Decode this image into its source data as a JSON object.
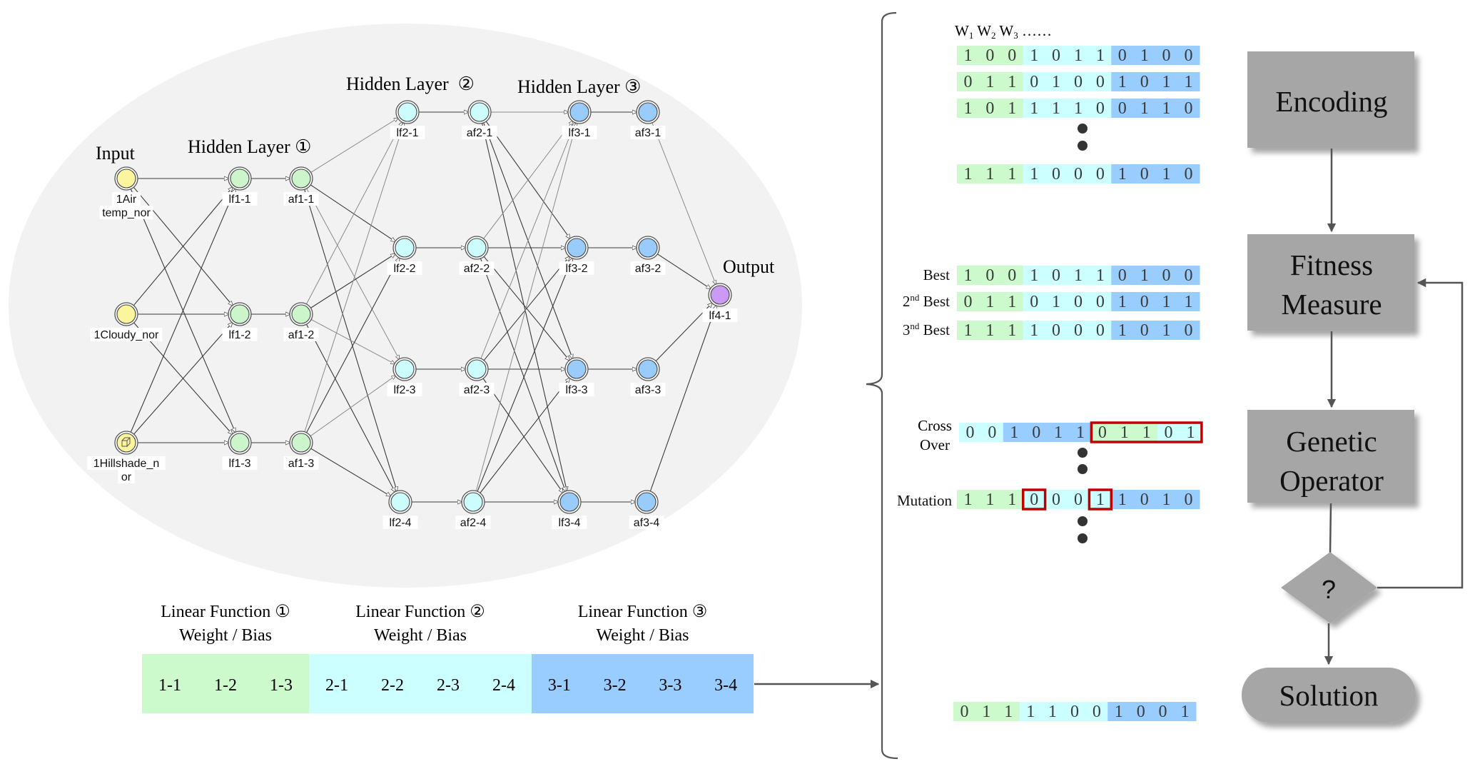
{
  "colors": {
    "ellipse": "#f2f2f2",
    "input_node": "#fbf59e",
    "layer1_node": "#ccf5cc",
    "layer2_node": "#ccfcfc",
    "layer3_node": "#99ccfb",
    "output_node": "#cc99f7",
    "segment_green": "#ccfacc",
    "segment_cyan": "#ccffff",
    "segment_blue": "#99ccff",
    "flow_box": "#a6a6a6",
    "highlight_red": "#c00000"
  },
  "network": {
    "titles": {
      "input": "Input",
      "hidden1": "Hidden Layer ①",
      "hidden2": "Hidden Layer  ②",
      "hidden3": "Hidden Layer ③",
      "output": "Output"
    },
    "input_nodes": [
      {
        "id": "in1",
        "label_lines": [
          "1Air",
          "temp_nor"
        ]
      },
      {
        "id": "in2",
        "label_lines": [
          "1Cloudy_nor"
        ]
      },
      {
        "id": "in3",
        "label_lines": [
          "1Hillshade_n",
          "or"
        ]
      }
    ],
    "layer1": {
      "lf": [
        "lf1-1",
        "lf1-2",
        "lf1-3"
      ],
      "af": [
        "af1-1",
        "af1-2",
        "af1-3"
      ]
    },
    "layer2": {
      "lf": [
        "lf2-1",
        "lf2-2",
        "lf2-3",
        "lf2-4"
      ],
      "af": [
        "af2-1",
        "af2-2",
        "af2-3",
        "af2-4"
      ]
    },
    "layer3": {
      "lf": [
        "lf3-1",
        "lf3-2",
        "lf3-3",
        "lf3-4"
      ],
      "af": [
        "af3-1",
        "af3-2",
        "af3-3",
        "af3-4"
      ]
    },
    "output_node": "lf4-1"
  },
  "linear_functions": {
    "groups": [
      {
        "title": "Linear Function ①",
        "subtitle": "Weight / Bias",
        "color": "green",
        "cells": [
          "1-1",
          "1-2",
          "1-3"
        ]
      },
      {
        "title": "Linear Function ②",
        "subtitle": "Weight / Bias",
        "color": "cyan",
        "cells": [
          "2-1",
          "2-2",
          "2-3",
          "2-4"
        ]
      },
      {
        "title": "Linear Function ③",
        "subtitle": "Weight / Bias",
        "color": "blue",
        "cells": [
          "3-1",
          "3-2",
          "3-3",
          "3-4"
        ]
      }
    ]
  },
  "chromosomes": {
    "header": "W₁ W₂ W₃ ……",
    "population": [
      {
        "bits": [
          1,
          0,
          0,
          1,
          0,
          1,
          1,
          0,
          1,
          0,
          0
        ]
      },
      {
        "bits": [
          0,
          1,
          1,
          0,
          1,
          0,
          0,
          1,
          0,
          1,
          1
        ]
      },
      {
        "bits": [
          1,
          0,
          1,
          1,
          1,
          1,
          0,
          0,
          1,
          1,
          0
        ]
      },
      {
        "bits": [
          1,
          1,
          1,
          1,
          0,
          0,
          0,
          1,
          0,
          1,
          0
        ]
      }
    ],
    "segment_colors": [
      "green",
      "green",
      "green",
      "cyan",
      "cyan",
      "cyan",
      "cyan",
      "blue",
      "blue",
      "blue",
      "blue"
    ],
    "ranked": [
      {
        "label": "Best",
        "sup": "",
        "bits": [
          1,
          0,
          0,
          1,
          0,
          1,
          1,
          0,
          1,
          0,
          0
        ]
      },
      {
        "label": "2",
        "sup": "nd",
        "suffix": " Best",
        "bits": [
          0,
          1,
          1,
          0,
          1,
          0,
          0,
          1,
          0,
          1,
          1
        ]
      },
      {
        "label": "3",
        "sup": "nd",
        "suffix": " Best",
        "bits": [
          1,
          1,
          1,
          1,
          0,
          0,
          0,
          1,
          0,
          1,
          0
        ]
      }
    ],
    "crossover": {
      "label_lines": [
        "Cross",
        "Over"
      ],
      "bits": [
        0,
        0,
        1,
        0,
        1,
        1,
        0,
        1,
        1,
        0,
        1
      ],
      "colors": [
        "cyan",
        "cyan",
        "blue",
        "blue",
        "blue",
        "blue",
        "green",
        "green",
        "green",
        "cyan",
        "cyan"
      ],
      "highlight_range": [
        6,
        10
      ]
    },
    "mutation": {
      "label": "Mutation",
      "bits": [
        1,
        1,
        1,
        0,
        0,
        0,
        1,
        1,
        0,
        1,
        0
      ],
      "colors": [
        "green",
        "green",
        "green",
        "cyan",
        "cyan",
        "cyan",
        "cyan",
        "blue",
        "blue",
        "blue",
        "blue"
      ],
      "highlight_cells": [
        3,
        6
      ]
    },
    "solution": {
      "bits": [
        0,
        1,
        1,
        1,
        1,
        0,
        0,
        1,
        0,
        0,
        1
      ],
      "colors": [
        "green",
        "green",
        "green",
        "cyan",
        "cyan",
        "cyan",
        "cyan",
        "blue",
        "blue",
        "blue",
        "blue"
      ]
    }
  },
  "flowchart": {
    "encoding": "Encoding",
    "fitness": [
      "Fitness",
      "Measure"
    ],
    "genetic": [
      "Genetic",
      "Operator"
    ],
    "decision": "?",
    "solution": "Solution"
  }
}
